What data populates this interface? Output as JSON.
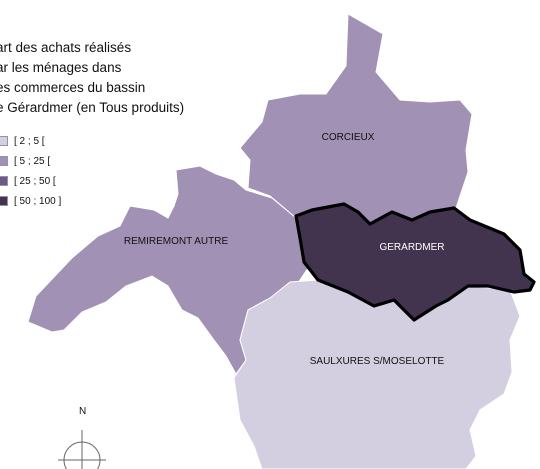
{
  "map": {
    "title_lines": [
      "art des achats réalisés",
      "ar les ménages dans",
      "es commerces du bassin",
      "e Gérardmer (en Tous produits)"
    ],
    "legend": [
      {
        "label": "[ 2 ; 5 [",
        "color": "#d3cfe0"
      },
      {
        "label": "[ 5 ; 25 [",
        "color": "#a191b5"
      },
      {
        "label": "[ 25 ; 50 [",
        "color": "#6a5a86"
      },
      {
        "label": "[ 50 ; 100 ]",
        "color": "#42334f"
      }
    ],
    "regions": [
      {
        "name": "CORCIEUX",
        "class": "[ 5 ; 25 [",
        "color": "#a191b5"
      },
      {
        "name": "REMIREMONT AUTRE",
        "class": "[ 5 ; 25 [",
        "color": "#a191b5"
      },
      {
        "name": "GERARDMER",
        "class": "[ 50 ; 100 ]",
        "color": "#42334f"
      },
      {
        "name": "SAULXURES S/MOSELOTTE",
        "class": "[ 2 ; 5 [",
        "color": "#d3cfe0"
      }
    ],
    "north_label": "N"
  }
}
